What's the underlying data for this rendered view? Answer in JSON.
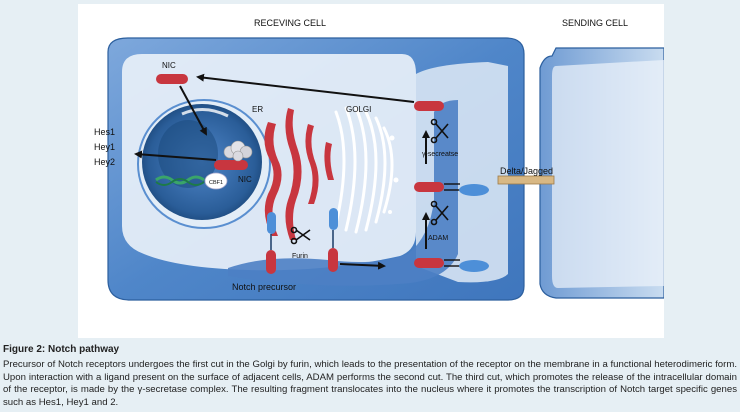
{
  "diagram": {
    "receiving_cell_label": "RECEVING CELL",
    "sending_cell_label": "SENDING CELL",
    "nic_top": "NIC",
    "nic_nucleus": "NIC",
    "er": "ER",
    "golgi": "GOLGI",
    "cbf1": "CBF1",
    "genes": [
      "Hes1",
      "Hey1",
      "Hey2"
    ],
    "gamma_secretase": "γ-secreatse",
    "adam": "ADAM",
    "furin": "Furin",
    "ligand": "Delta/Jagged",
    "notch_precursor": "Notch precursor",
    "colors": {
      "cell_fill": "#5a8fd0",
      "nucleus_dark": "#1f4f85",
      "receptor": "#c8363f",
      "ligand_oval": "#4d8fd8",
      "er": "#c8363f",
      "ligand_bar": "#d8b884"
    }
  },
  "caption": {
    "title": "Figure 2: Notch pathway",
    "text": "Precursor of Notch receptors undergoes the first cut in the Golgi by furin, which leads to the presentation of the receptor on the membrane in a functional heterodimeric form. Upon interaction with a ligand present on the surface of adjacent cells, ADAM performs the second cut. The third cut, which promotes the release of the intracellular domain of the receptor, is made by the γ-secretase complex. The resulting fragment translocates into the nucleus where it promotes the transcription of Notch target specific genes such as Hes1, Hey1 and 2."
  }
}
